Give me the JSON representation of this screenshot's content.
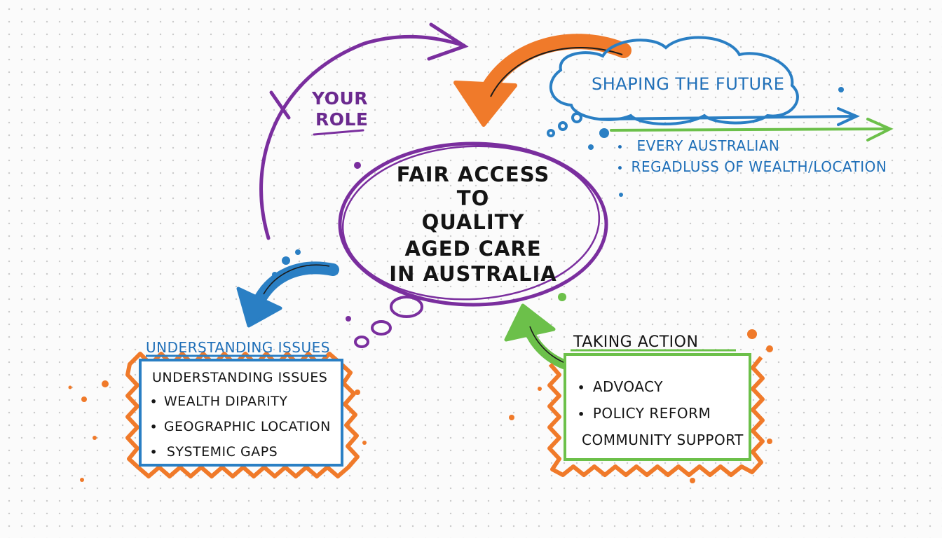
{
  "center": {
    "lines": [
      "FAIR ACCESS",
      "TO",
      "QUALITY",
      "AGED CARE",
      "IN AUSTRALIA"
    ]
  },
  "your_role": {
    "line1": "YOUR",
    "line2": "ROLE"
  },
  "future": {
    "title": "SHAPING THE FUTURE",
    "bullets": [
      "EVERY AUSTRALIAN",
      "REGADLUSS OF WEALTH/LOCATION"
    ]
  },
  "issues": {
    "heading": "UNDERSTANDING ISSUES",
    "box_title": "UNDERSTANDING ISSUES",
    "bullets": [
      "WEALTH DIPARITY",
      "GEOGRAPHIC LOCATION",
      "SYSTEMIC GAPS"
    ]
  },
  "action": {
    "heading": "TAKING ACTION",
    "bullets": [
      "ADVOACY",
      "POLICY REFORM"
    ],
    "extra": "COMMUNITY SUPPORT"
  },
  "colors": {
    "purple": "#7a2e9e",
    "orange": "#f07a2a",
    "blue": "#2a7fc4",
    "green": "#6cc04a",
    "ink": "#151515"
  },
  "icons": {
    "bullet": "•"
  }
}
